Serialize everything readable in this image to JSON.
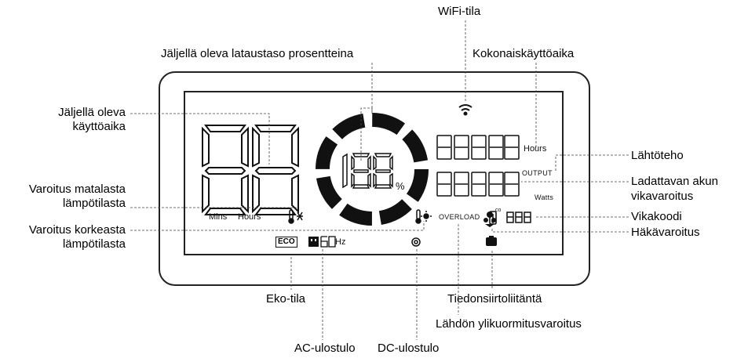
{
  "callouts": {
    "wifi": "WiFi-tila",
    "battery_percent": "Jäljellä oleva lataustaso prosentteina",
    "total_runtime": "Kokonaiskäyttöaika",
    "remaining_runtime_1": "Jäljellä oleva",
    "remaining_runtime_2": "käyttöaika",
    "output_power": "Lähtöteho",
    "battery_fault_1": "Ladattavan akun",
    "battery_fault_2": "vikavaroitus",
    "low_temp_1": "Varoitus matalasta",
    "low_temp_2": "lämpötilasta",
    "fault_code": "Vikakoodi",
    "high_temp_1": "Varoitus korkeasta",
    "high_temp_2": "lämpötilasta",
    "co_warning": "Häkävaroitus",
    "eco_mode": "Eko-tila",
    "data_port": "Tiedonsiirtoliitäntä",
    "overload_warning": "Lähdön ylikuormitusvaroitus",
    "ac_output": "AC-ulostulo",
    "dc_output": "DC-ulostulo"
  },
  "display": {
    "mins": "Mins",
    "hours_left": "Hours",
    "hours_right": "Hours",
    "output": "OUTPUT",
    "watts": "Watts",
    "overload": "OVERLOAD",
    "percent_sign": "%",
    "eco": "ECO",
    "hz": "Hz",
    "co_sup": "co"
  }
}
